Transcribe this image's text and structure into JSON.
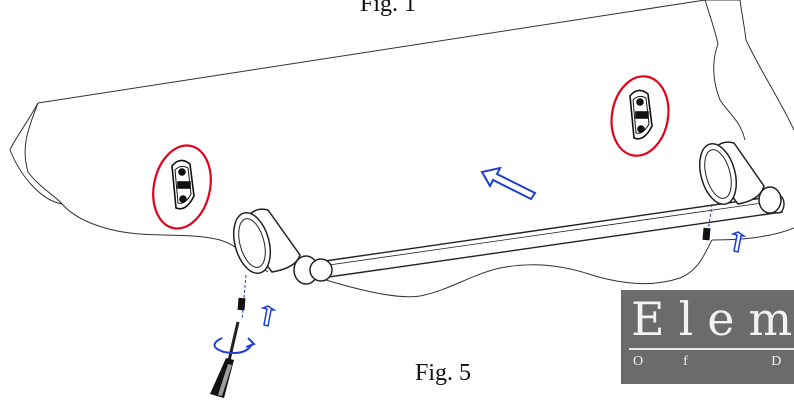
{
  "figure": {
    "top_label": "Fig. 1",
    "bottom_label": "Fig. 5"
  },
  "logo": {
    "wordmark": "Elem",
    "tagline": "Of D"
  },
  "colors": {
    "line": "#333333",
    "highlight_circle": "#e3001b",
    "arrow": "#1f3fd0",
    "logo_bg": "#6b6b6b"
  },
  "icons": [
    "mounting-bracket-icon",
    "screwdriver-icon",
    "set-screw-icon",
    "direction-arrow-icon",
    "rotation-arrow-icon"
  ]
}
